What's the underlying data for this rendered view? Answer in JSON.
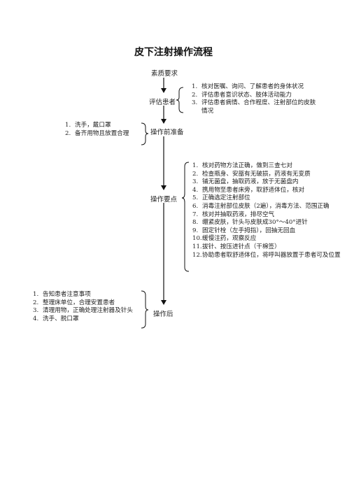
{
  "title": "皮下注射操作流程",
  "flow": {
    "step1": "素质要求",
    "step2": "评估患者",
    "step3": "操作前准备",
    "step4": "操作要点",
    "step5": "操作后"
  },
  "assess_list": [
    {
      "num": "1.",
      "text": "核对医嘱、询问、了解患者的身体状况"
    },
    {
      "num": "2.",
      "text": "评估患者意识状态、肢体活动能力"
    },
    {
      "num": "3.",
      "text": "评估患者病情、合作程度、注射部位的皮肤"
    },
    {
      "num": "",
      "text": "情况"
    }
  ],
  "prep_list": [
    {
      "num": "1.",
      "text": "洗手，戴口罩"
    },
    {
      "num": "2.",
      "text": "备齐用物且放置合理"
    }
  ],
  "key_list": [
    {
      "num": "1.",
      "text": "核对药物方法正确，做到三查七对"
    },
    {
      "num": "2.",
      "text": "检查瓶身、安瓿有无破损，药液有无变质"
    },
    {
      "num": "3.",
      "text": "铺无菌盘，抽取药液，放于无菌盘内"
    },
    {
      "num": "4.",
      "text": "携用物至患者床旁，取舒适体位，核对"
    },
    {
      "num": "5.",
      "text": "正确选定注射部位"
    },
    {
      "num": "6.",
      "text": "消毒注射部位皮肤（2遍），消毒方法、范围正确"
    },
    {
      "num": "7.",
      "text": "核对并抽取药液，排尽空气"
    },
    {
      "num": "8.",
      "text": "绷紧皮肤，针头与皮肤成30°～40°进针"
    },
    {
      "num": "9.",
      "text": "固定针栓（左手拇指），回抽无回血"
    },
    {
      "num": "10.",
      "text": "缓慢注药，观察反应"
    },
    {
      "num": "11.",
      "text": "拔针、按压进针点（干棉签）"
    },
    {
      "num": "12.",
      "text": "协助患者取舒适体位，将呼叫器放置于患者可及位置"
    }
  ],
  "after_list": [
    {
      "num": "1.",
      "text": "告知患者注意事项"
    },
    {
      "num": "2.",
      "text": "整理床单位，合理安置患者"
    },
    {
      "num": "3.",
      "text": "清理用物，正确处理注射器及针头"
    },
    {
      "num": "4.",
      "text": "洗手、脱口罩"
    }
  ]
}
